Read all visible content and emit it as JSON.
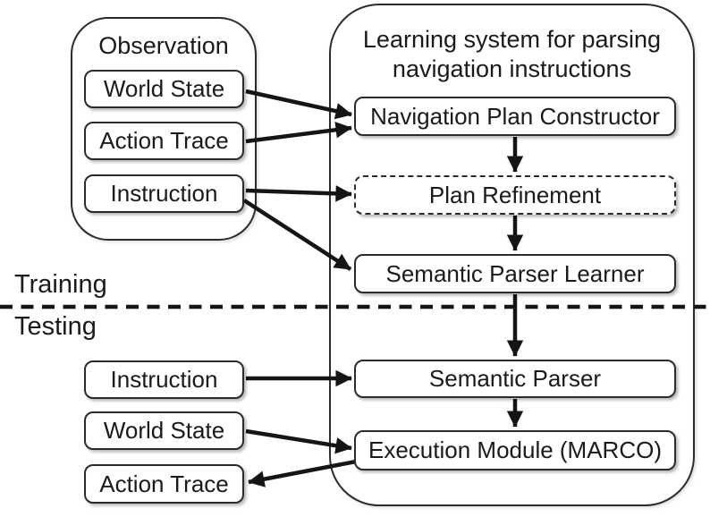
{
  "labels": {
    "training": "Training",
    "testing": "Testing"
  },
  "observation": {
    "title": "Observation",
    "boxes": [
      "World State",
      "Action Trace",
      "Instruction"
    ]
  },
  "system": {
    "title_line1": "Learning system for parsing",
    "title_line2": "navigation instructions",
    "boxes": [
      "Navigation Plan Constructor",
      "Plan Refinement",
      "Semantic Parser Learner",
      "Semantic Parser",
      "Execution Module (MARCO)"
    ]
  },
  "testing_inputs": [
    "Instruction",
    "World State",
    "Action Trace"
  ],
  "connections": [
    {
      "from": "World State (observation)",
      "to": "Navigation Plan Constructor"
    },
    {
      "from": "Action Trace (observation)",
      "to": "Navigation Plan Constructor"
    },
    {
      "from": "Instruction (observation)",
      "to": "Plan Refinement"
    },
    {
      "from": "Instruction (observation)",
      "to": "Semantic Parser Learner"
    },
    {
      "from": "Navigation Plan Constructor",
      "to": "Plan Refinement"
    },
    {
      "from": "Plan Refinement",
      "to": "Semantic Parser Learner"
    },
    {
      "from": "Semantic Parser Learner",
      "to": "Semantic Parser"
    },
    {
      "from": "Semantic Parser",
      "to": "Execution Module (MARCO)"
    },
    {
      "from": "Instruction (testing)",
      "to": "Semantic Parser"
    },
    {
      "from": "World State (testing)",
      "to": "Execution Module (MARCO)"
    },
    {
      "from": "Execution Module (MARCO)",
      "to": "Action Trace (testing)"
    }
  ],
  "colors": {
    "stroke": "#1a1a1a",
    "background": "#ffffff"
  }
}
